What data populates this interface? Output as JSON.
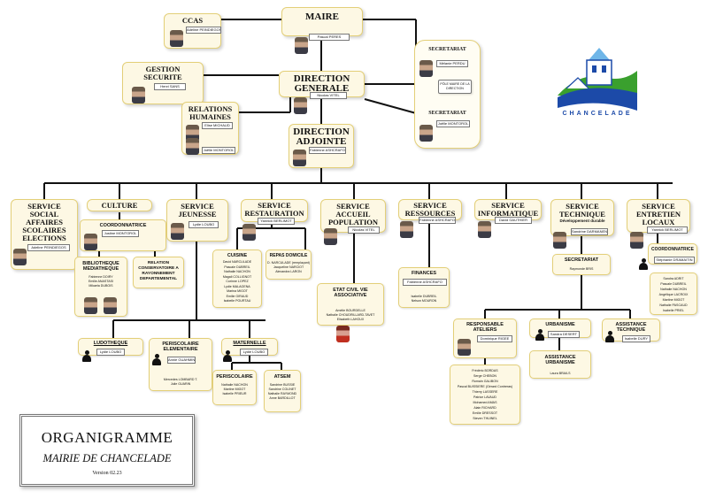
{
  "maire": {
    "title": "MAIRE",
    "name": "Pascal PERES"
  },
  "ccas": {
    "title": "CCAS",
    "name": "Adeline PEINDIEGOS"
  },
  "gestion": {
    "title": "GESTION SECURITE",
    "name": "Henri SANS"
  },
  "dg": {
    "title": "DIRECTION GENERALE",
    "name": "Nicolas VITEL"
  },
  "rh": {
    "title": "RELATIONS HUMAINES",
    "name1": "Elise MICHAUD",
    "name2": "Joëlle MONTOROL"
  },
  "da": {
    "title": "DIRECTION ADJOINTE",
    "name": "Fabienne ASHCRAFO"
  },
  "secr1": {
    "title": "SECRETARIAT",
    "name": "Mélanie PERDU",
    "pole": "PÔLE MAIRE DE LA DIRECTION"
  },
  "secr2": {
    "title": "SECRETARIAT",
    "name": "Joëlle MONTOROL"
  },
  "logo": {
    "label": "CHANCELADE",
    "colors": {
      "green": "#3aa02e",
      "blue": "#1c4aa8",
      "lightblue": "#6fb6e8"
    }
  },
  "services": {
    "social": {
      "title": "SERVICE SOCIAL AFFAIRES SCOLAIRES ELECTIONS",
      "name": "Adeline PEINDIEGOS"
    },
    "culture": {
      "title": "CULTURE",
      "coord": "COORDONNATRICE",
      "coord_name": "Justine MONTOROL",
      "biblio": "BIBLIOTHEQUE MEDIATHEQUE",
      "biblio_names": [
        "Fabienne DOIRY",
        "Emilie ANASTASI",
        "Mikaela DUBOIS"
      ],
      "rel": "RELATION CONSERVATOIRE A RAYONNEMENT DEPARTEMENTAL"
    },
    "jeunesse": {
      "title": "SERVICE JEUNESSE",
      "name": "Lydie LOUBO"
    },
    "restauration": {
      "title": "SERVICE RESTAURATION",
      "name": "Yannick BERLIMOT",
      "cuisine": "CUISINE",
      "cuisine_list": [
        "David NARCULADE",
        "Pascale DUBREIL",
        "Nathalie NACHON",
        "Magali COLLIGNOT",
        "Corinne LOPEZ",
        "Lydie MALAGENA",
        "Marina MIGOT",
        "Emilie GIRAUD",
        "Isabelle POURTAU"
      ],
      "repas": "REPAS DOMICILE",
      "repas_list": [
        "D. NARCULADE (remplaçant)",
        "Jacqueline NARCIOT",
        "Alexandra LARON"
      ]
    },
    "accueil": {
      "title": "SERVICE ACCUEIL POPULATION",
      "name": "Nicolas VITEL",
      "etat": "ETAT CIVIL VIE ASSOCIATIVE",
      "etat_list": [
        "Amélie BOURDELLE",
        "Nathalie CHOUDRILLARD-TAVET",
        "Elisabeth LAHOUX"
      ]
    },
    "ressources": {
      "title": "SERVICE RESSOURCES",
      "name": "Fabienne ASHCRAFO",
      "fin": "FINANCES",
      "fin_name": "Fabienne ASHCRAFO",
      "fin_list": [
        "Isabelle DUBREIL",
        "Nelson MOURON"
      ]
    },
    "info": {
      "title": "SERVICE INFORMATIQUE",
      "name": "David GAUTHIER"
    },
    "technique": {
      "title": "SERVICE TECHNIQUE",
      "sub": "Développement durable",
      "name": "Sandrine DARMANEN",
      "secr": "SECRETARIAT",
      "secr_name": "Raymonde BRIS"
    },
    "entretien": {
      "title": "SERVICE ENTRETIEN LOCAUX",
      "name": "Yannick BERLIMOT",
      "coord": "COORDONNATRICE",
      "coord_name": "Stéphanie DRAMAITIN",
      "list": [
        "Sandra ADRIT",
        "Pascale DUBREIL",
        "Nathalie NACHON",
        "Angélique LACROIX",
        "Martine MIGOT",
        "Nathalie PASCAUD",
        "Isabelle PRIEL"
      ]
    }
  },
  "jeunesse_subs": {
    "ludo": {
      "title": "LUDOTHEQUE",
      "name": "Lydie LOUBO"
    },
    "peri": {
      "title": "PERISCOLAIRE ELEMENTAIRE",
      "name": "Annie GUAHMINS",
      "list": [
        "Mercedes LOMBARD T.",
        "Julie GUARIN"
      ]
    },
    "mat": {
      "title": "MATERNELLE",
      "name": "Lydie LOUBO"
    },
    "peri2": {
      "title": "PERISCOLAIRE",
      "list": [
        "Nathalie NACHON",
        "Martine MIGOT",
        "Isabelle PRIEUR"
      ]
    },
    "atsem": {
      "title": "ATSEM",
      "list": [
        "Sandrine BUSSIE",
        "Sandrine COLINET",
        "Nathalie RAYMOND",
        "Anne BARDILLOT"
      ]
    }
  },
  "tech_subs": {
    "ateliers": {
      "title": "RESPONSABLE ATELIERS",
      "name": "Dominique RIGEE",
      "list": [
        "Frédéric BORDAS",
        "Serge CHEBON",
        "Romain GALIBON",
        "Pascal BUISSIERE (Gérard Contreras)",
        "Thierry LASSERE",
        "Patrice LAVAUD",
        "Mohamed AMAS",
        "Alain RICHARD",
        "Emilie DRESSOT",
        "Steven THUINEL"
      ]
    },
    "urba": {
      "title": "URBANISME",
      "name": "Sandra DESERT"
    },
    "assist_urba": {
      "title": "ASSISTANCE URBANISME",
      "name": "Laura BRAILS"
    },
    "assist_tech": {
      "title": "ASSISTANCE TECHNIQUE",
      "name": "Isabelle DURY"
    }
  },
  "legend": {
    "line1": "ORGANIGRAMME",
    "line2": "MAIRIE DE CHANCELADE",
    "line3": "Version 02.23"
  }
}
